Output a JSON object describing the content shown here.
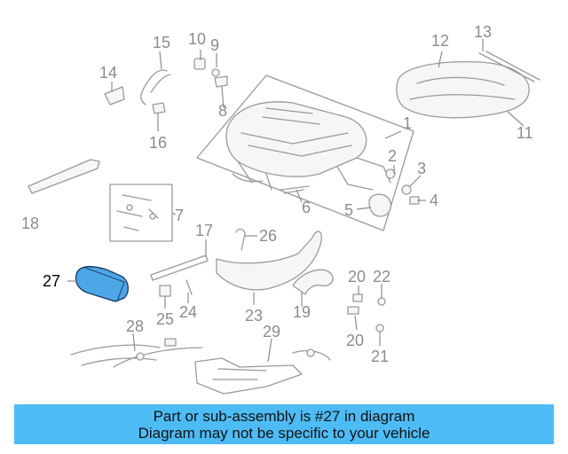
{
  "diagram": {
    "callouts": {
      "c1": "1",
      "c2": "2",
      "c3": "3",
      "c4": "4",
      "c5": "5",
      "c6": "6",
      "c7": "7",
      "c8": "8",
      "c9": "9",
      "c10": "10",
      "c11": "11",
      "c12": "12",
      "c13": "13",
      "c14": "14",
      "c15": "15",
      "c16": "16",
      "c17": "17",
      "c18": "18",
      "c19": "19",
      "c20a": "20",
      "c20b": "20",
      "c21": "21",
      "c22": "22",
      "c23": "23",
      "c24": "24",
      "c25": "25",
      "c26": "26",
      "c27": "27",
      "c28": "28",
      "c29": "29"
    },
    "highlight_part": "27",
    "highlight_color": "#4da6e6",
    "line_color": "#9a9a9a"
  },
  "banner": {
    "line1": "Part or sub-assembly is #27 in diagram",
    "line2": "Diagram may not be specific to your vehicle",
    "background": "#4dbcf5"
  }
}
